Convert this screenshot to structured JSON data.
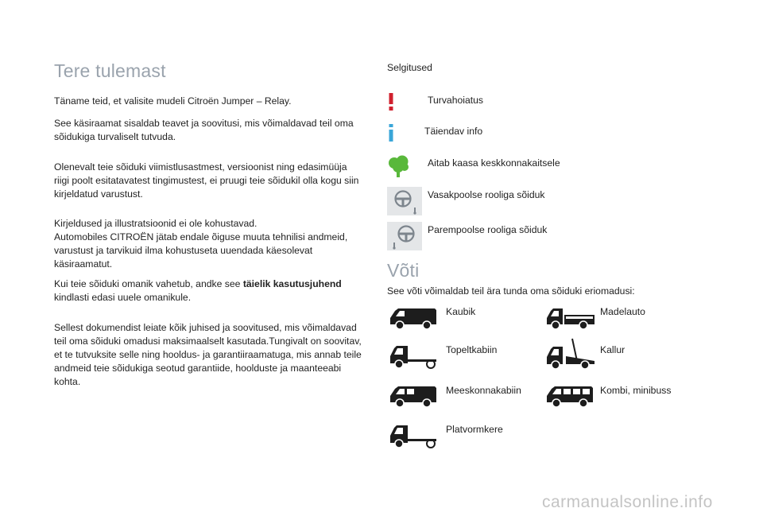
{
  "welcome": {
    "title": "Tere tulemast",
    "p1": "Täname teid, et valisite mudeli Citroën Jumper – Relay.",
    "p2": "See käsiraamat sisaldab teavet ja soovitusi, mis võimaldavad teil oma sõidukiga turvaliselt tutvuda.",
    "p3": "Olenevalt teie sõiduki viimistlusastmest, versioonist ning edasimüüja riigi poolt esitatavatest tingimustest, ei pruugi teie sõidukil olla kogu siin kirjeldatud varustust.",
    "p4a": "Kirjeldused ja illustratsioonid ei ole kohustavad.",
    "p4b": "Automobiles CITROËN jätab endale õiguse muuta tehnilisi andmeid, varustust ja tarvikuid ilma kohustuseta uuendada käesolevat käsiraamatut.",
    "p5_pre": "Kui teie sõiduki omanik vahetub, andke see ",
    "p5_bold": "täielik kasutusjuhend",
    "p5_post": " kindlasti edasi uuele omanikule.",
    "p6": "Sellest dokumendist leiate kõik juhised ja soovitused, mis võimaldavad teil oma sõiduki omadusi maksimaalselt kasutada.Tungivalt on soovitav, et te tutvuksite selle ning hooldus- ja garantiiraamatuga, mis annab teile andmeid teie sõidukiga seotud garantiide, hoolduste ja maanteeabi kohta."
  },
  "legend": {
    "heading": "Selgitused",
    "items": [
      {
        "icon": "warning-icon",
        "label": "Turvahoiatus",
        "color": "#d0202e"
      },
      {
        "icon": "info-icon",
        "label": "Täiendav info",
        "color": "#3aa6d8"
      },
      {
        "icon": "tree-icon",
        "label": "Aitab kaasa keskkonnakaitsele",
        "color": "#59b83b"
      },
      {
        "icon": "lhd-steering-icon",
        "label": "Vasakpoolse rooliga sõiduk"
      },
      {
        "icon": "rhd-steering-icon",
        "label": "Parempoolse rooliga sõiduk"
      }
    ]
  },
  "key": {
    "title": "Võti",
    "intro": "See võti võimaldab teil ära tunda oma sõiduki eriomadusi:",
    "vehicles": [
      {
        "icon": "van-icon",
        "label": "Kaubik"
      },
      {
        "icon": "dropside-icon",
        "label": "Madelauto"
      },
      {
        "icon": "chassis-cab-icon",
        "label": "Topeltkabiin"
      },
      {
        "icon": "tipper-icon",
        "label": "Kallur"
      },
      {
        "icon": "crew-van-icon",
        "label": "Meeskonnakabiin"
      },
      {
        "icon": "minibus-icon",
        "label": "Kombi, minibuss"
      },
      {
        "icon": "platform-icon",
        "label": "Platvormkere"
      }
    ]
  },
  "watermark": "carmanualsonline.info"
}
